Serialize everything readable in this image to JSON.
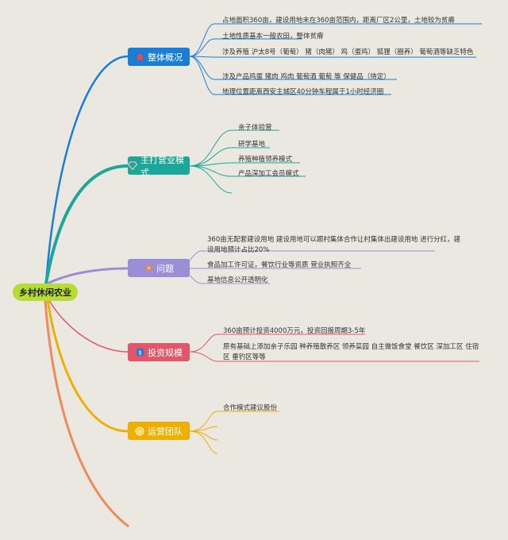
{
  "root": {
    "label": "乡村休闲农业"
  },
  "branches": [
    {
      "label": "整体概况",
      "color": "#1a7fd4",
      "icon": "house-icon",
      "items": [
        "占地面积360亩，建设用地未在360亩范围内，距离厂区2公里，土地较为贫瘠",
        "土地性质基本一般农田，整体贫瘠",
        "涉及养殖 沪太8号（葡萄） 猪（肉猪） 鸡（蛋鸡） 狐狸（圈养） 葡萄酒等缺乏特色",
        "涉及产品鸡蛋 猪肉 鸡肉 葡萄酒 葡萄 等 保健品（待定）",
        "地理位置距离西安主城区40分钟车程属于1小时经济圈"
      ]
    },
    {
      "label": "主打营业模式",
      "color": "#1ba89a",
      "icon": "diamond-icon",
      "items": [
        "亲子体验营",
        "研学基地",
        "养殖种植领养模式",
        "产品深加工会员模式"
      ]
    },
    {
      "label": "问题",
      "color": "#9a8fd6",
      "icon": "gear-icon",
      "items": [
        "360亩无配套建设用地 建设用地可以跟村集体合作让村集体出建设用地 进行分红，建设用地预计占比20%",
        "食品加工许可证，餐饮行业等资质 营业执照齐全",
        "基地信息公开透明化"
      ]
    },
    {
      "label": "投资规模",
      "color": "#e0576a",
      "icon": "money-bag-icon",
      "items": [
        "360亩预计投资4000万元，投资回报周期3-5年",
        "原有基础上添加亲子乐园 种养殖散养区 领养菜园 自主做饭食堂 餐饮区 深加工区 住宿区 垂钓区等等"
      ]
    },
    {
      "label": "运营团队",
      "color": "#eeb000",
      "icon": "lion-icon",
      "items": [
        "合作模式建议股份"
      ]
    }
  ],
  "colors": {
    "background": "#ebe8e2",
    "root": "#b7dc36",
    "extra_branch": "#f08a5a"
  }
}
